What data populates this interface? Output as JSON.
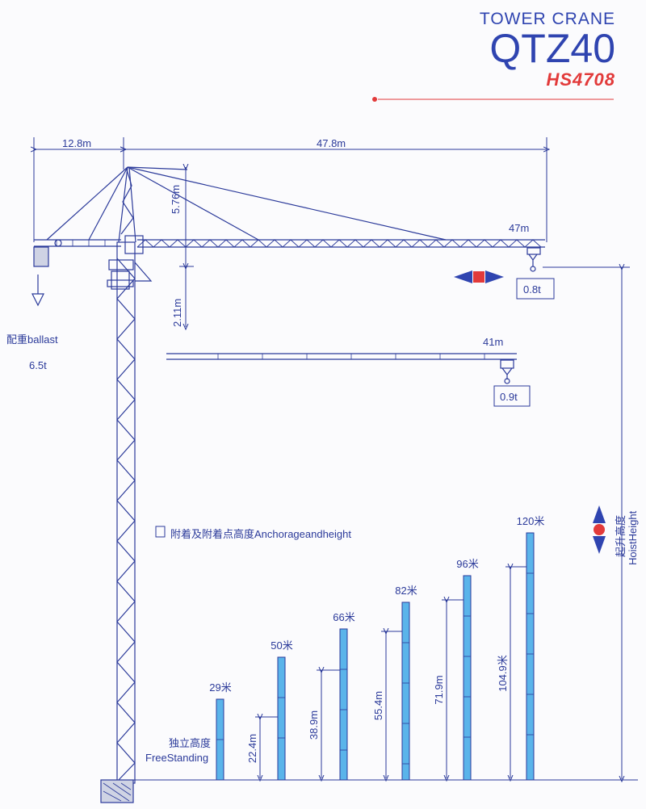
{
  "header": {
    "subtitle": "TOWER CRANE",
    "model": "QTZ40",
    "code": "HS4708"
  },
  "dimensions": {
    "counter_jib": "12.8m",
    "jib": "47.8m",
    "tower_head": "5.76m",
    "jib_height": "2.11m",
    "max_radius": "47m",
    "short_jib_radius": "41m"
  },
  "ballast": {
    "label": "配重ballast",
    "value": "6.5t"
  },
  "loads": {
    "tip_load_47m": "0.8t",
    "tip_load_41m": "0.9t"
  },
  "legend": {
    "anchorage": "附着及附着点高度Anchorageandheight",
    "hoist_cn": "起升高度",
    "hoist_en": "HoistHeight",
    "freestanding_cn": "独立高度",
    "freestanding_en": "FreeStanding"
  },
  "heights": [
    {
      "tower": "29米",
      "anchor": ""
    },
    {
      "tower": "50米",
      "anchor": "22.4m"
    },
    {
      "tower": "66米",
      "anchor": "38.9m"
    },
    {
      "tower": "82米",
      "anchor": "55.4m"
    },
    {
      "tower": "96米",
      "anchor": "71.9m"
    },
    {
      "tower": "120米",
      "anchor": "104.9米"
    }
  ],
  "colors": {
    "line": "#2b3a9a",
    "mast_fill": "#5ab4ea",
    "accent_red": "#e23a3a",
    "arrow_blue": "#2f44b0"
  }
}
